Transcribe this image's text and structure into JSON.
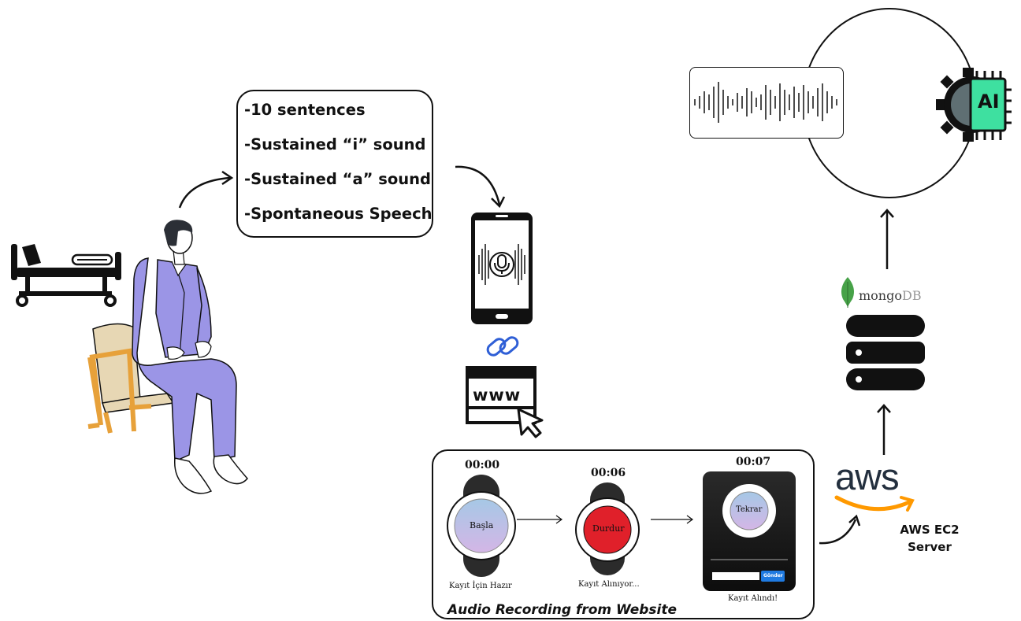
{
  "task_list": {
    "items": [
      "-10 sentences",
      "-Sustained “i” sound",
      "-Sustained “a” sound",
      "-Spontaneous Speech"
    ]
  },
  "website": {
    "url_text": "www"
  },
  "recording": {
    "title": "Audio Recording from Website",
    "steps": [
      {
        "timer": "00:00",
        "button": "Başla",
        "caption": "Kayıt İçin Hazır",
        "color": "#b9c8e6"
      },
      {
        "timer": "00:06",
        "button": "Durdur",
        "caption": "Kayıt Alınıyor...",
        "color": "#e0202a"
      },
      {
        "timer": "00:07",
        "button": "Tekrar",
        "caption": "Kayıt Alındı!",
        "color": "#a8c8ea"
      }
    ],
    "send_label": "Gönder"
  },
  "server": {
    "logo": "aws",
    "caption_line1": "AWS EC2",
    "caption_line2": "Server"
  },
  "database": {
    "brand": "mongo",
    "brand_suffix": "DB"
  },
  "ai": {
    "label": "AI",
    "accent": "#3ee0a0"
  },
  "icons": [
    "hospital-bed-icon",
    "patient-illustration",
    "smartphone-mic-icon",
    "link-icon",
    "www-browser-icon",
    "cursor-icon",
    "mongodb-leaf-icon",
    "database-icon",
    "aws-logo",
    "ai-chip-icon",
    "waveform-icon"
  ]
}
